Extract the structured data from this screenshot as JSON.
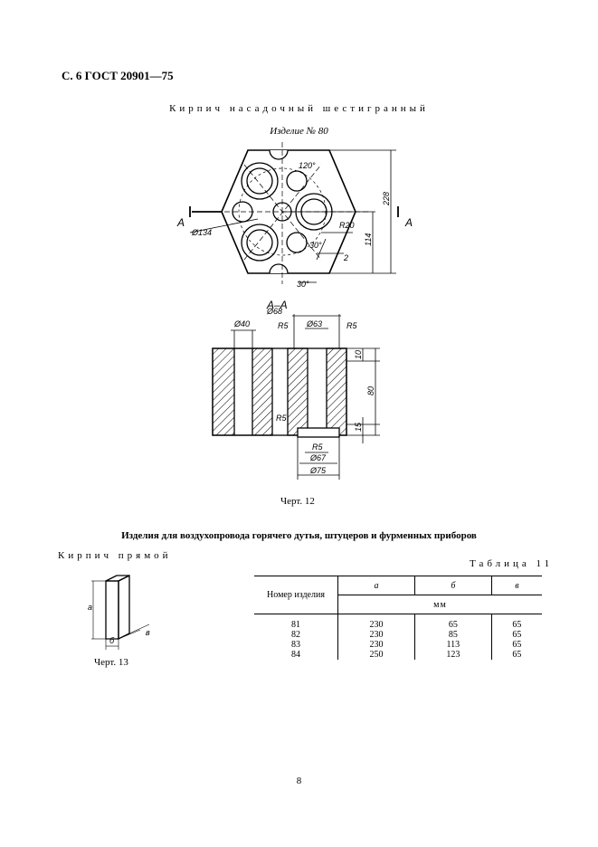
{
  "header": {
    "doc_ref": "С. 6 ГОСТ 20901—75"
  },
  "figure12": {
    "title": "Кирпич насадочный шестигранный",
    "item": "Изделие № 80",
    "top_dims": {
      "angle120": "120°",
      "d228": "228",
      "d114": "114",
      "r20": "R20",
      "angle30a": "30°",
      "two": "2",
      "angle30b": "30°",
      "phi134": "Ø134",
      "sectA_left": "A",
      "sectA_right": "A"
    },
    "section_label": "A–A",
    "section_dims": {
      "phi68": "Ø68",
      "phi40": "Ø40",
      "r5a": "R5",
      "phi63": "Ø63",
      "r5b": "R5",
      "d10": "10",
      "d80": "80",
      "d15": "15",
      "r5c": "R5",
      "r5d": "R5",
      "phi67": "Ø67",
      "phi75": "Ø75"
    },
    "caption": "Черт. 12"
  },
  "section_title": "Изделия для воздухопровода горячего дутья, штуцеров и фурменных приборов",
  "figure13": {
    "title": "Кирпич прямой",
    "dims": {
      "a": "а",
      "b": "б",
      "v": "в"
    },
    "caption": "Черт. 13"
  },
  "table": {
    "title": "Таблица 11",
    "col_item": "Номер изделия",
    "col_a": "а",
    "col_b": "б",
    "col_v": "в",
    "unit": "мм",
    "rows": [
      {
        "n": "81",
        "a": "230",
        "b": "65",
        "v": "65"
      },
      {
        "n": "82",
        "a": "230",
        "b": "85",
        "v": "65"
      },
      {
        "n": "83",
        "a": "230",
        "b": "113",
        "v": "65"
      },
      {
        "n": "84",
        "a": "250",
        "b": "123",
        "v": "65"
      }
    ]
  },
  "page_number": "8"
}
